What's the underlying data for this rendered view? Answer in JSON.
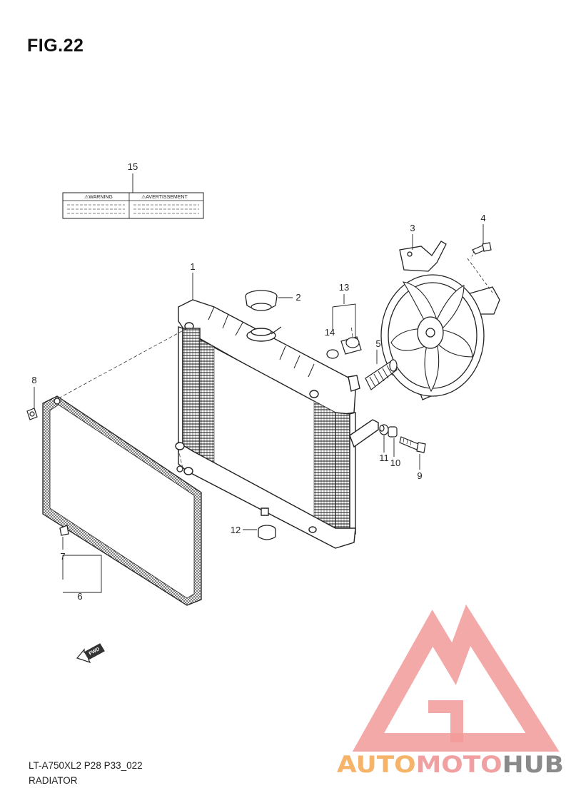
{
  "figure": {
    "title": "FIG.22"
  },
  "footer": {
    "model_code": "LT-A750XL2 P28 P33_022",
    "section_name": "RADIATOR"
  },
  "warning_label": {
    "left": "⚠WARNING",
    "right": "⚠AVERTISSEMENT"
  },
  "fwd_arrow": {
    "text": "FWD"
  },
  "watermark": {
    "part1": "AUTO",
    "part2": "MOTO",
    "part3": "HUB",
    "color1": "#f6b36a",
    "color2": "#f0a0a0",
    "color3": "#8a8a8a"
  },
  "callouts": {
    "c1": "1",
    "c2": "2",
    "c3": "3",
    "c4": "4",
    "c5": "5",
    "c6": "6",
    "c7": "7",
    "c8": "8",
    "c9": "9",
    "c10": "10",
    "c11": "11",
    "c12": "12",
    "c13": "13",
    "c14": "14",
    "c15": "15"
  }
}
